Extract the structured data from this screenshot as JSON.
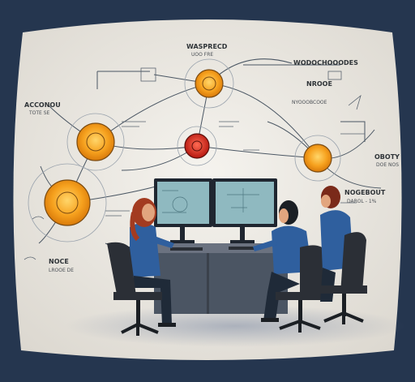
{
  "illustration": {
    "labels": {
      "top": "WASPRECD",
      "top_sub": "UOO FRE",
      "top_right": "WODOCHOOODES",
      "right_mid": "NROOE",
      "right_small": "NYOOOBCOOE",
      "right_far": "OBOTY",
      "right_far_sub": "DOE NOS",
      "left": "ACCONOU",
      "left_sub": "TOTE SE",
      "right_lower": "NOGEBOUT",
      "right_lower_sub": "DAROL - 1%",
      "bottom_left": "NOCE",
      "bottom_left_sub": "LROOE DE"
    },
    "colors": {
      "background": "#25364f",
      "whiteboard": "#ece9e3",
      "orange_node": "#f6a11e",
      "red_node": "#c8211b",
      "shirt": "#2f5f9e",
      "hair_red": "#a33b20",
      "monitor_screen": "#8fb9c0",
      "desk": "#4b5563",
      "chair": "#2b2f36"
    }
  }
}
